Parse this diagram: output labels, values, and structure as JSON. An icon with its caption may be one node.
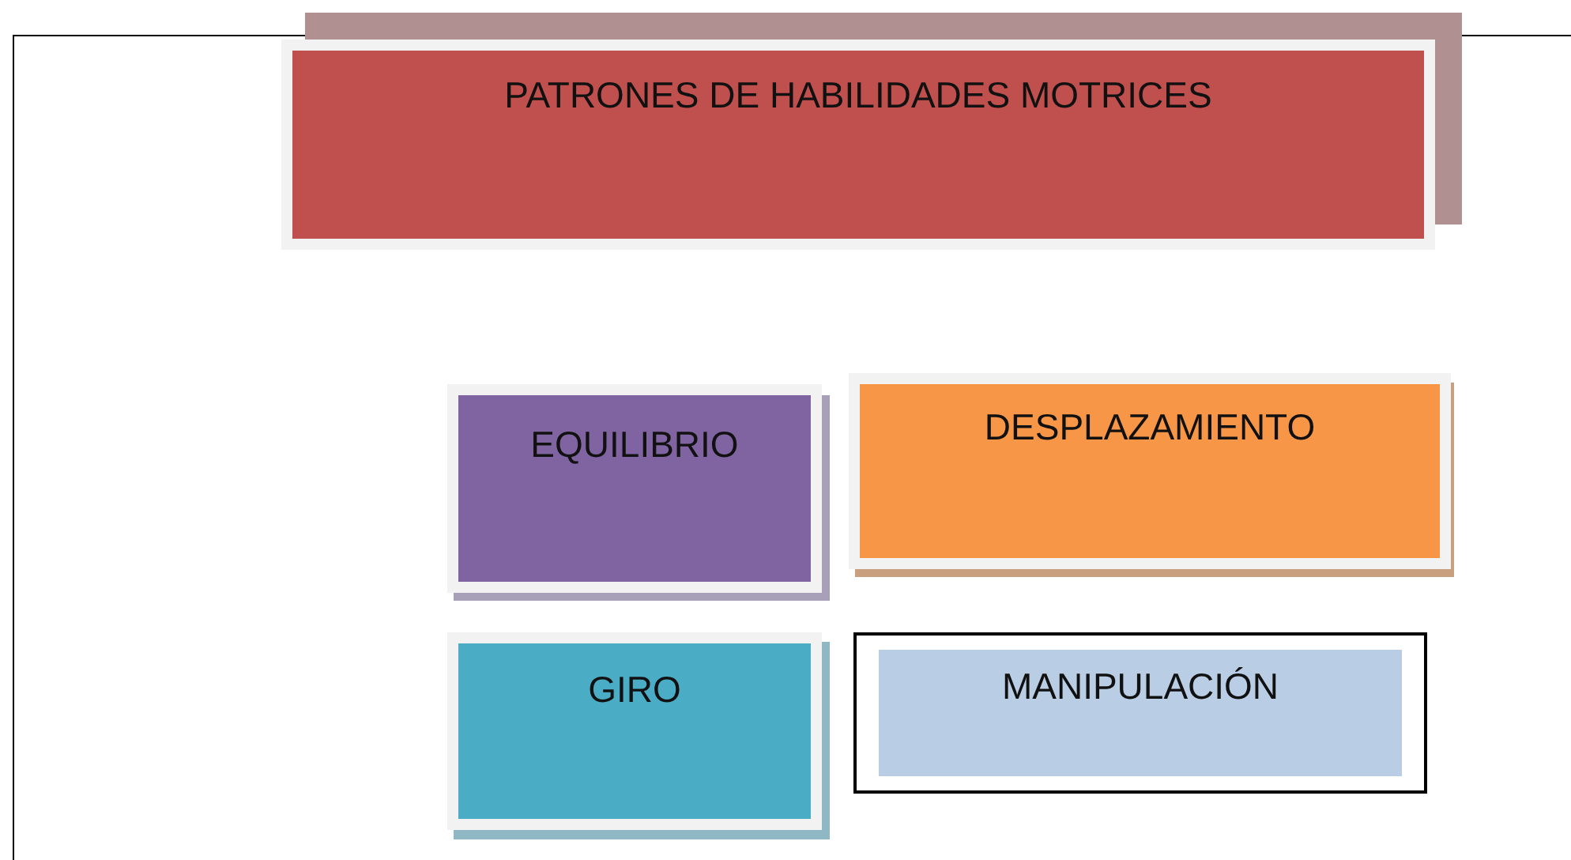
{
  "diagram": {
    "nodes": [
      {
        "text": [
          "PATRONES DE HABILIDADES MOTRICES"
        ]
      },
      {
        "text": [
          "EQUILIBRIO"
        ]
      },
      {
        "text": [
          "DESPLAZAMIENTO"
        ]
      },
      {
        "text": [
          "GIRO"
        ]
      },
      {
        "text": [
          "MANIPULACIÓN"
        ]
      }
    ]
  }
}
